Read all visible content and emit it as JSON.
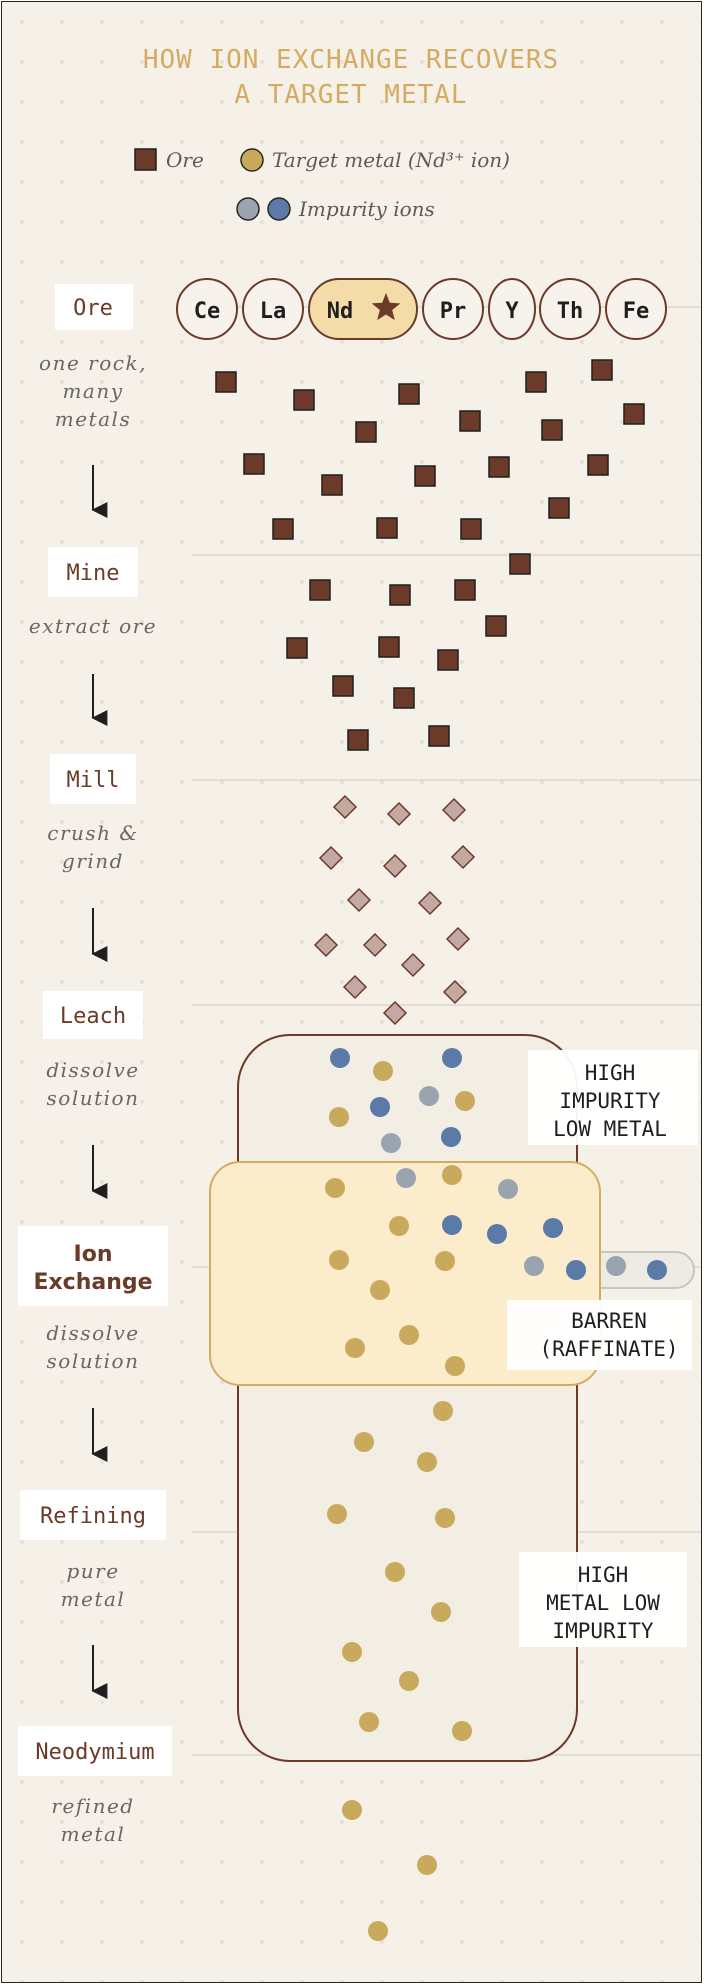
{
  "title": {
    "line1": "HOW ION EXCHANGE RECOVERS",
    "line2": "A TARGET METAL"
  },
  "legend": {
    "ore": "Ore",
    "target": "Target metal (Nd³⁺ ion)",
    "impurity": "Impurity ions"
  },
  "elements": [
    "Ce",
    "La",
    "Nd",
    "Pr",
    "Y",
    "Th",
    "Fe"
  ],
  "stages": [
    {
      "label": "Ore",
      "sublabel": [
        "one rock,",
        "many",
        "metals"
      ]
    },
    {
      "label": "Mine",
      "sublabel": [
        "extract ore"
      ]
    },
    {
      "label": "Mill",
      "sublabel": [
        "crush &",
        "grind"
      ]
    },
    {
      "label": "Leach",
      "sublabel": [
        "dissolve",
        "solution"
      ]
    },
    {
      "label": [
        "Ion",
        "Exchange"
      ],
      "sublabel": [
        "dissolve",
        "solution"
      ]
    },
    {
      "label": "Refining",
      "sublabel": [
        "pure",
        "metal"
      ]
    },
    {
      "label": "Neodymium",
      "sublabel": [
        "refined",
        "metal"
      ]
    }
  ],
  "callouts": {
    "top": [
      "HIGH",
      "IMPURITY",
      "LOW METAL"
    ],
    "barren": [
      "BARREN",
      "(RAFFINATE)"
    ],
    "bottom": [
      "HIGH",
      "METAL LOW",
      "IMPURITY"
    ]
  },
  "colors": {
    "background": "#f5f1e9",
    "ore": "#6b3a28",
    "target": "#c9a95c",
    "target_fill_highlight": "#f3dca8",
    "impurity_gray": "#9aa4b1",
    "impurity_blue": "#5b7aa8",
    "title": "#d4ab62",
    "ion_exchange_panel": "#fbeccb"
  }
}
